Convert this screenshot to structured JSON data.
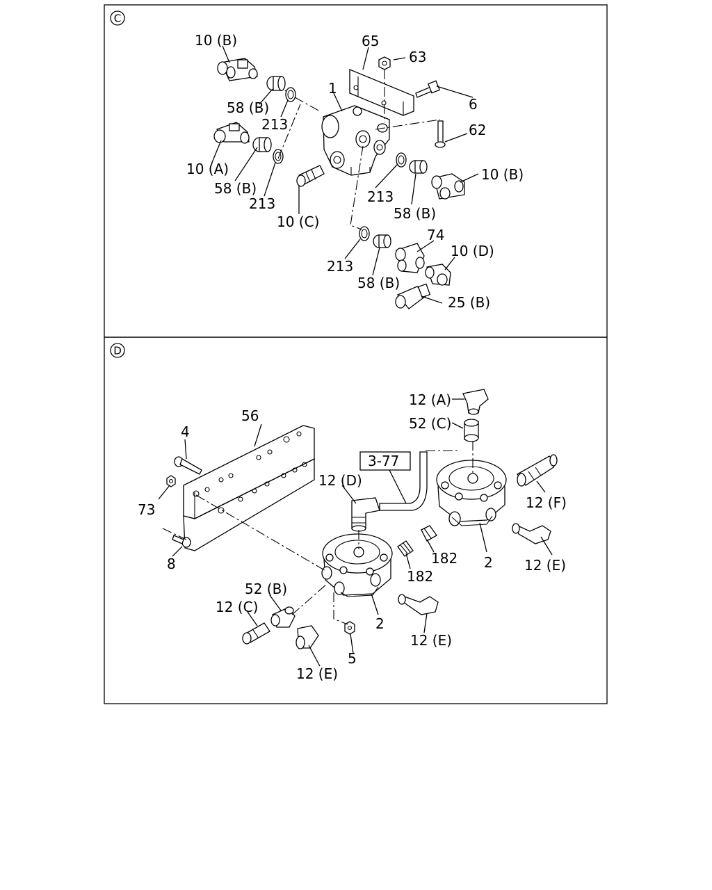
{
  "sections": [
    {
      "marker": "C",
      "labels": [
        "10 (B)",
        "65",
        "63",
        "1",
        "58 (B)",
        "213",
        "6",
        "62",
        "10 (A)",
        "58 (B)",
        "213",
        "10 (C)",
        "213",
        "58 (B)",
        "10 (B)",
        "74",
        "10 (D)",
        "213",
        "58 (B)",
        "25 (B)"
      ]
    },
    {
      "marker": "D",
      "labels": [
        "12 (A)",
        "52 (C)",
        "56",
        "4",
        "3-77",
        "12 (D)",
        "73",
        "12 (F)",
        "182",
        "182",
        "2",
        "12 (E)",
        "8",
        "52 (B)",
        "12 (C)",
        "2",
        "12 (E)",
        "5",
        "12 (E)"
      ]
    }
  ]
}
